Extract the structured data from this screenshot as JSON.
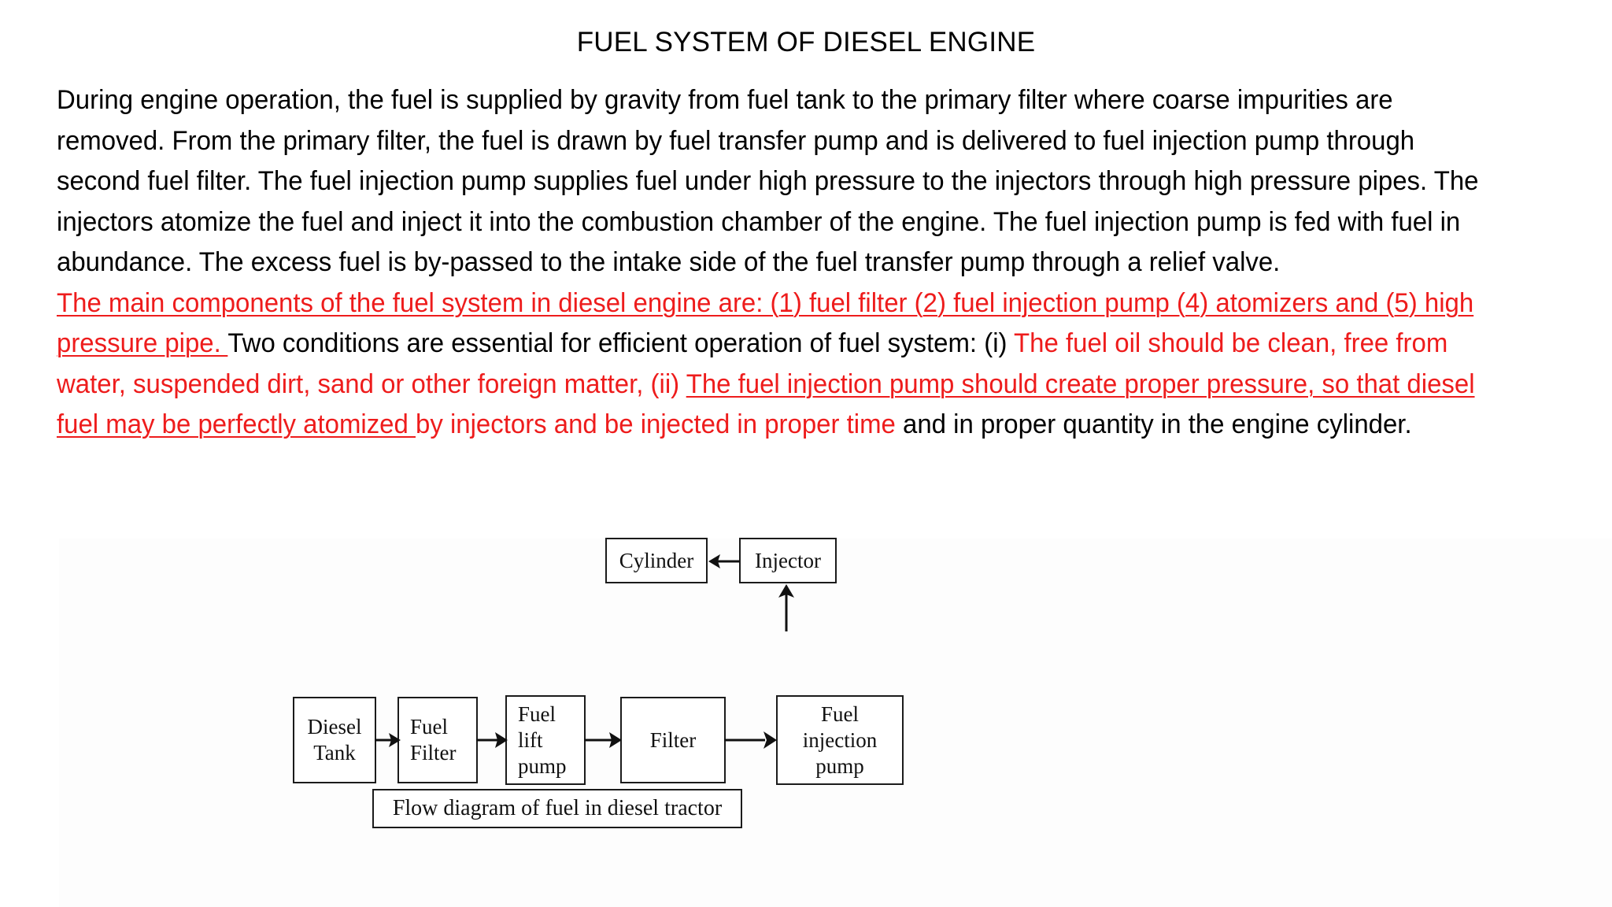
{
  "slide": {
    "title": "FUEL SYSTEM OF DIESEL ENGINE",
    "background_color": "#ffffff",
    "text_color": "#000000",
    "accent_color": "#ee1c1c"
  },
  "body": {
    "paragraph_1": "During engine operation, the fuel is supplied by gravity from fuel tank to the primary filter where coarse impurities are removed. From the primary filter, the fuel is drawn by fuel transfer pump and is delivered to fuel injection pump through second fuel filter. The fuel injection pump supplies fuel under high pressure to the injectors through high pressure pipes. The injectors atomize the fuel and inject it into the combustion chamber of the engine. The fuel injection pump is fed with fuel in abundance. The excess fuel is by-passed to the intake side of the fuel transfer pump through a relief valve.",
    "seg_red_underline_1": "The main components of the fuel system in diesel engine are: (1) fuel filter (2) fuel injection pump (4) atomizers and (5) high pressure pipe. ",
    "seg_black_1": "Two conditions are essential for efficient operation of fuel system: (i) ",
    "seg_red_1": "The fuel oil should be clean, free from water, suspended dirt, sand or other foreign matter, (ii) ",
    "seg_red_underline_2": "The fuel injection pump should create proper pressure, so that diesel fuel may be perfectly atomized ",
    "seg_red_2": "by injectors and be injected in proper time ",
    "seg_black_2": "and in proper quantity in the engine cylinder."
  },
  "diagram": {
    "caption": "Flow diagram of fuel in diesel tractor",
    "boxes": [
      {
        "id": "diesel-tank",
        "label": "Diesel\nTank"
      },
      {
        "id": "fuel-filter",
        "label": "Fuel\nFilter"
      },
      {
        "id": "fuel-lift-pump",
        "label": "Fuel\nlift\npump"
      },
      {
        "id": "filter",
        "label": "Filter"
      },
      {
        "id": "fuel-injection-pump",
        "label": "Fuel\ninjection\npump"
      },
      {
        "id": "injector",
        "label": "Injector"
      },
      {
        "id": "cylinder",
        "label": "Cylinder"
      }
    ],
    "labels": {
      "diesel_tank_line1": "Diesel",
      "diesel_tank_line2": "Tank",
      "fuel_filter_line1": "Fuel",
      "fuel_filter_line2": "Filter",
      "fuel_lift_pump_line1": "Fuel",
      "fuel_lift_pump_line2": "lift",
      "fuel_lift_pump_line3": "pump",
      "filter": "Filter",
      "fuel_injection_pump_line1": "Fuel",
      "fuel_injection_pump_line2": "injection",
      "fuel_injection_pump_line3": "pump",
      "injector": "Injector",
      "cylinder": "Cylinder"
    },
    "flow": [
      "Diesel Tank → Fuel Filter",
      "Fuel Filter → Fuel lift pump",
      "Fuel lift pump → Filter",
      "Filter → Fuel injection pump",
      "Fuel injection pump → Injector",
      "Injector → Cylinder"
    ]
  }
}
